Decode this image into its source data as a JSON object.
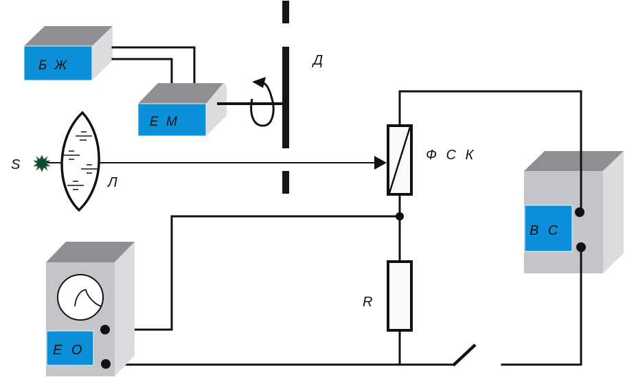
{
  "diagram": {
    "title": "",
    "components": {
      "power_supply": {
        "label": "Б Ж",
        "role": "power supply block"
      },
      "motor": {
        "label": "Е М",
        "role": "electric motor"
      },
      "disk": {
        "label": "Д",
        "role": "rotating disk (chopper)"
      },
      "source": {
        "label": "S",
        "role": "light source"
      },
      "lens": {
        "label": "Л",
        "role": "lens"
      },
      "photoresistor": {
        "label": "Ф С К",
        "role": "photoresistor"
      },
      "voltage_source": {
        "label": "В С",
        "role": "voltage source"
      },
      "resistor": {
        "label": "R",
        "role": "load resistor"
      },
      "oscilloscope": {
        "label": "Е О",
        "role": "electronic oscilloscope"
      },
      "switch": {
        "label": "",
        "role": "open switch"
      }
    },
    "colors": {
      "panel_blue": "#0a8fd8",
      "box_front_gray": "#c4c5c8",
      "box_top_gray": "#8e8f93",
      "box_side_gray": "#dcdcde",
      "wire": "#111111",
      "source_green": "#0d4a2e"
    }
  }
}
